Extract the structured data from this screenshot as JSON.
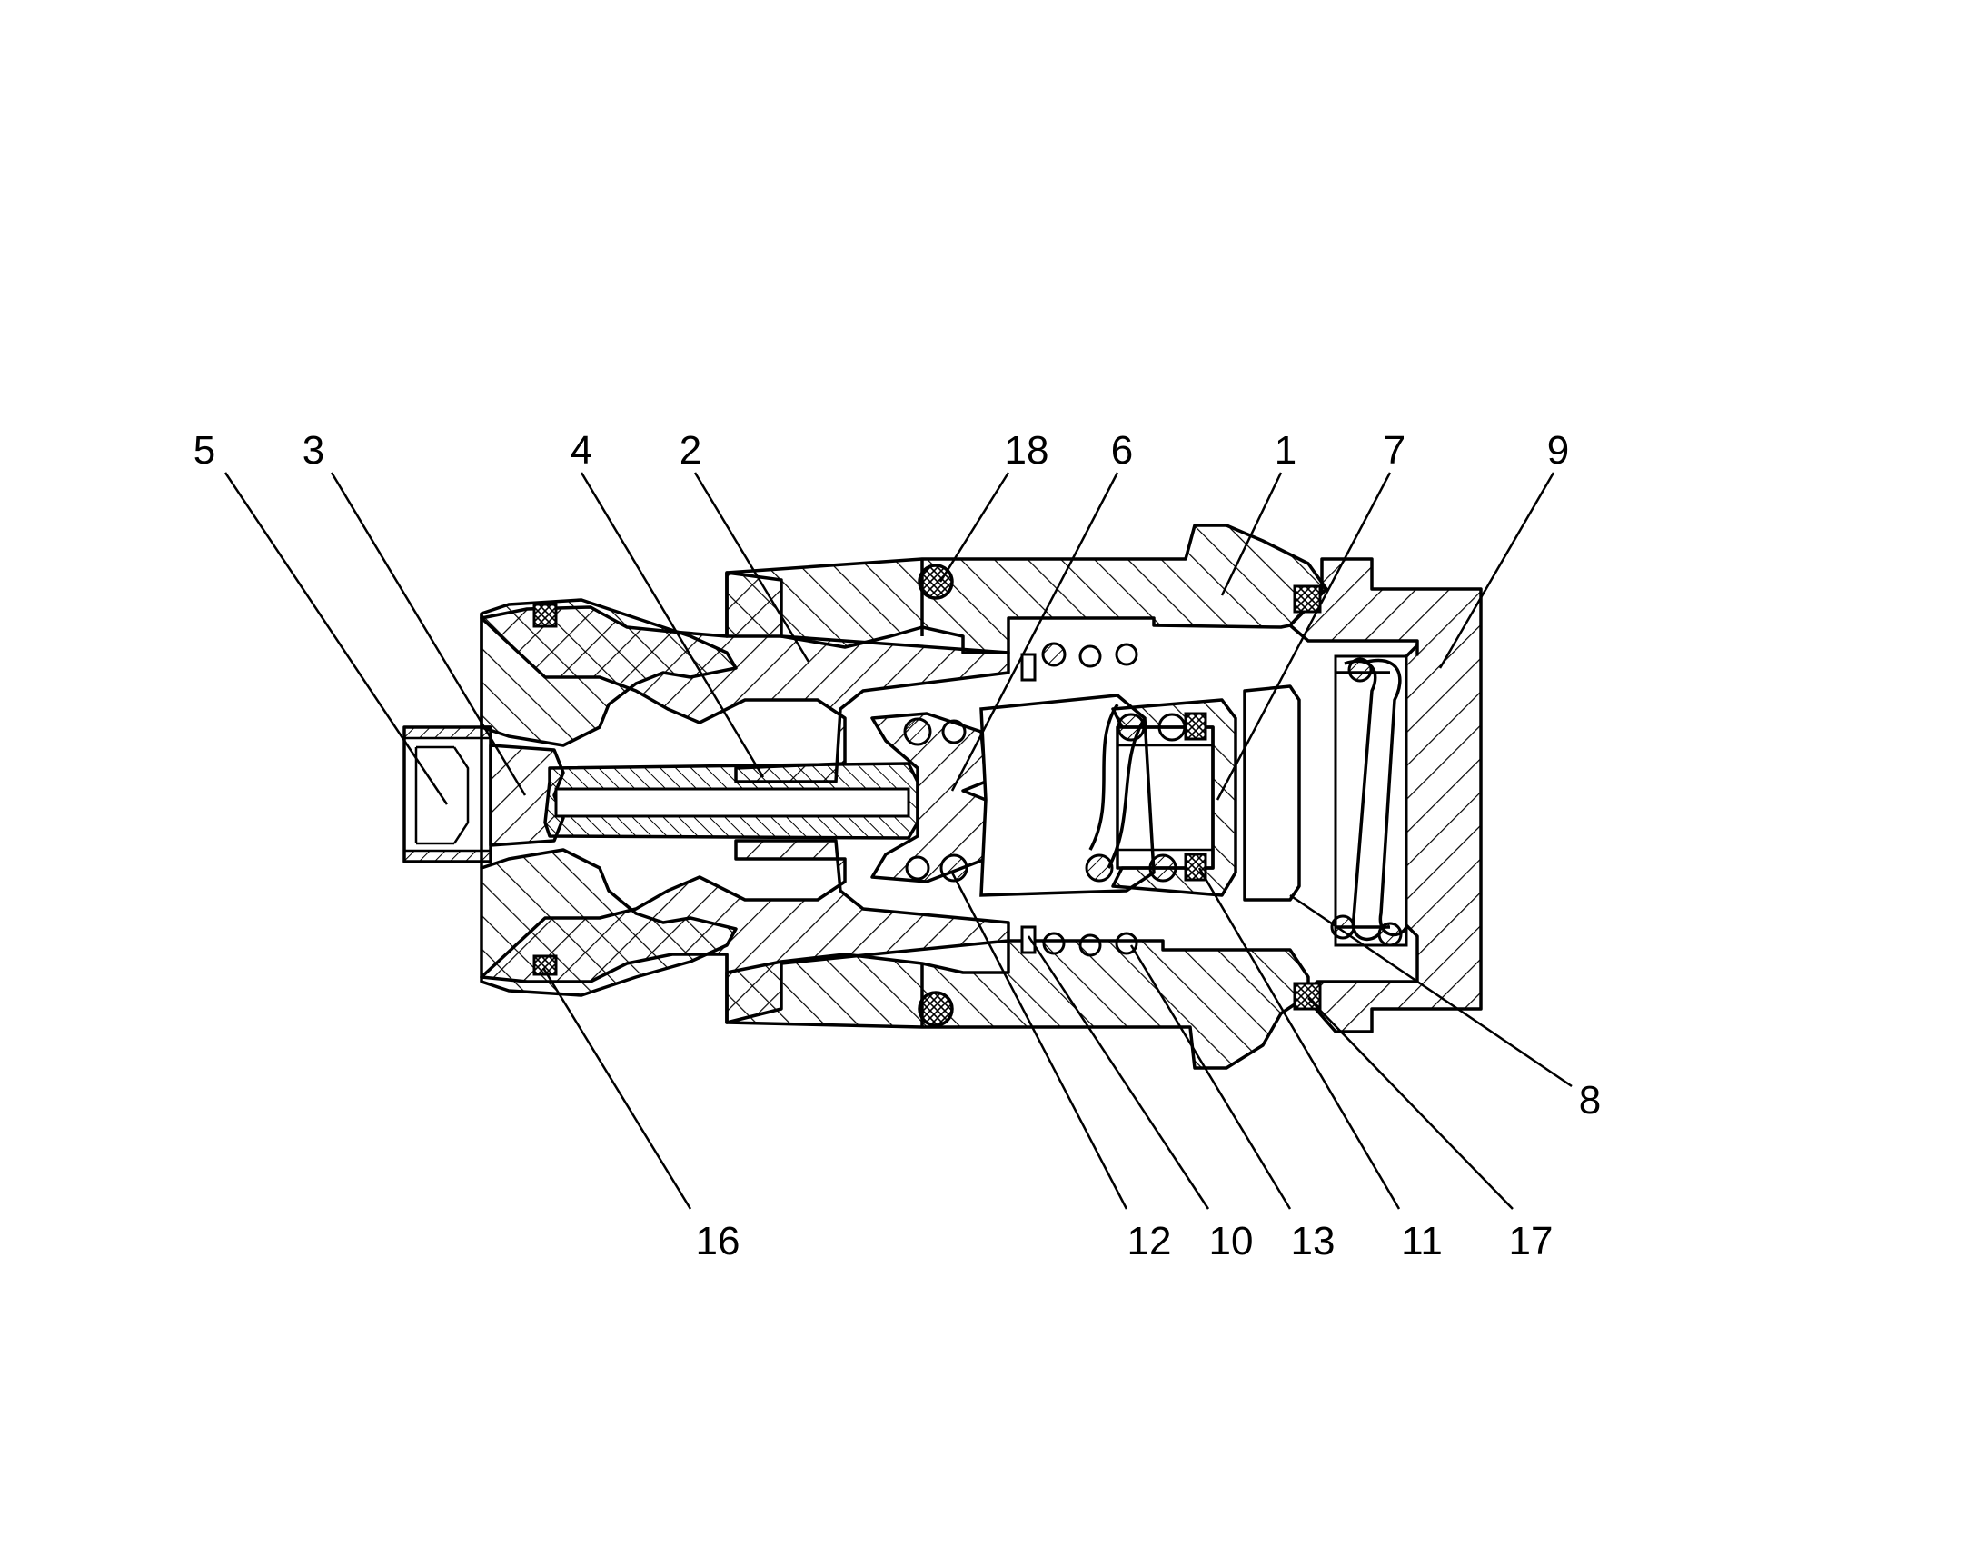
{
  "diagram": {
    "callouts": [
      {
        "id": "5",
        "label": "5"
      },
      {
        "id": "3",
        "label": "3"
      },
      {
        "id": "4",
        "label": "4"
      },
      {
        "id": "2",
        "label": "2"
      },
      {
        "id": "18",
        "label": "18"
      },
      {
        "id": "6",
        "label": "6"
      },
      {
        "id": "1",
        "label": "1"
      },
      {
        "id": "7",
        "label": "7"
      },
      {
        "id": "9",
        "label": "9"
      },
      {
        "id": "8",
        "label": "8"
      },
      {
        "id": "16",
        "label": "16"
      },
      {
        "id": "12",
        "label": "12"
      },
      {
        "id": "10",
        "label": "10"
      },
      {
        "id": "13",
        "label": "13"
      },
      {
        "id": "11",
        "label": "11"
      },
      {
        "id": "17",
        "label": "17"
      }
    ],
    "colors": {
      "ink": "#000000",
      "paper": "#ffffff"
    }
  }
}
